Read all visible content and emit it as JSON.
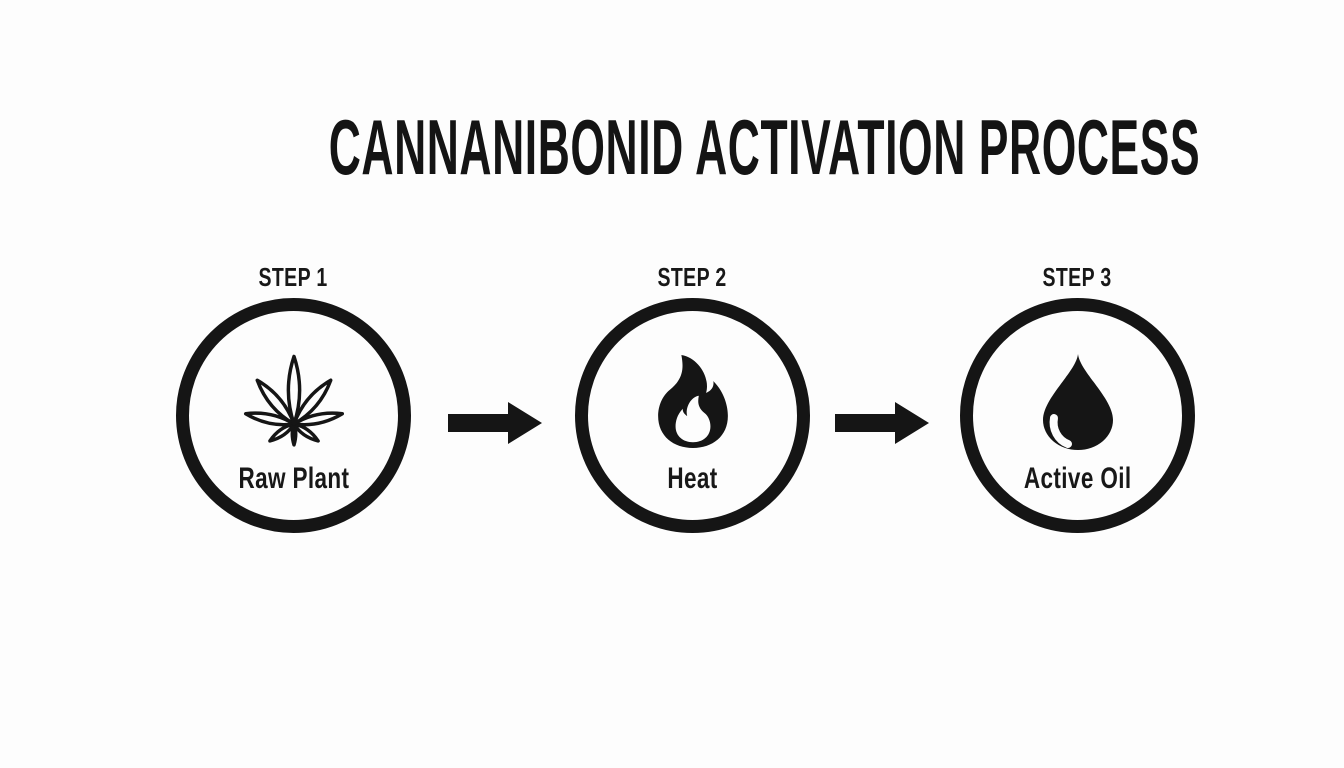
{
  "colors": {
    "background": "#fdfdfd",
    "ink": "#151515"
  },
  "title": "CANNANIBONID ACTIVATION PROCESS",
  "steps": [
    {
      "label": "STEP 1",
      "icon": "cannabis-leaf-icon",
      "caption": "Raw Plant"
    },
    {
      "label": "STEP 2",
      "icon": "flame-icon",
      "caption": "Heat"
    },
    {
      "label": "STEP 3",
      "icon": "droplet-icon",
      "caption": "Active Oil"
    }
  ],
  "connectors": [
    {
      "icon": "arrow-right-icon"
    },
    {
      "icon": "arrow-right-icon"
    }
  ]
}
